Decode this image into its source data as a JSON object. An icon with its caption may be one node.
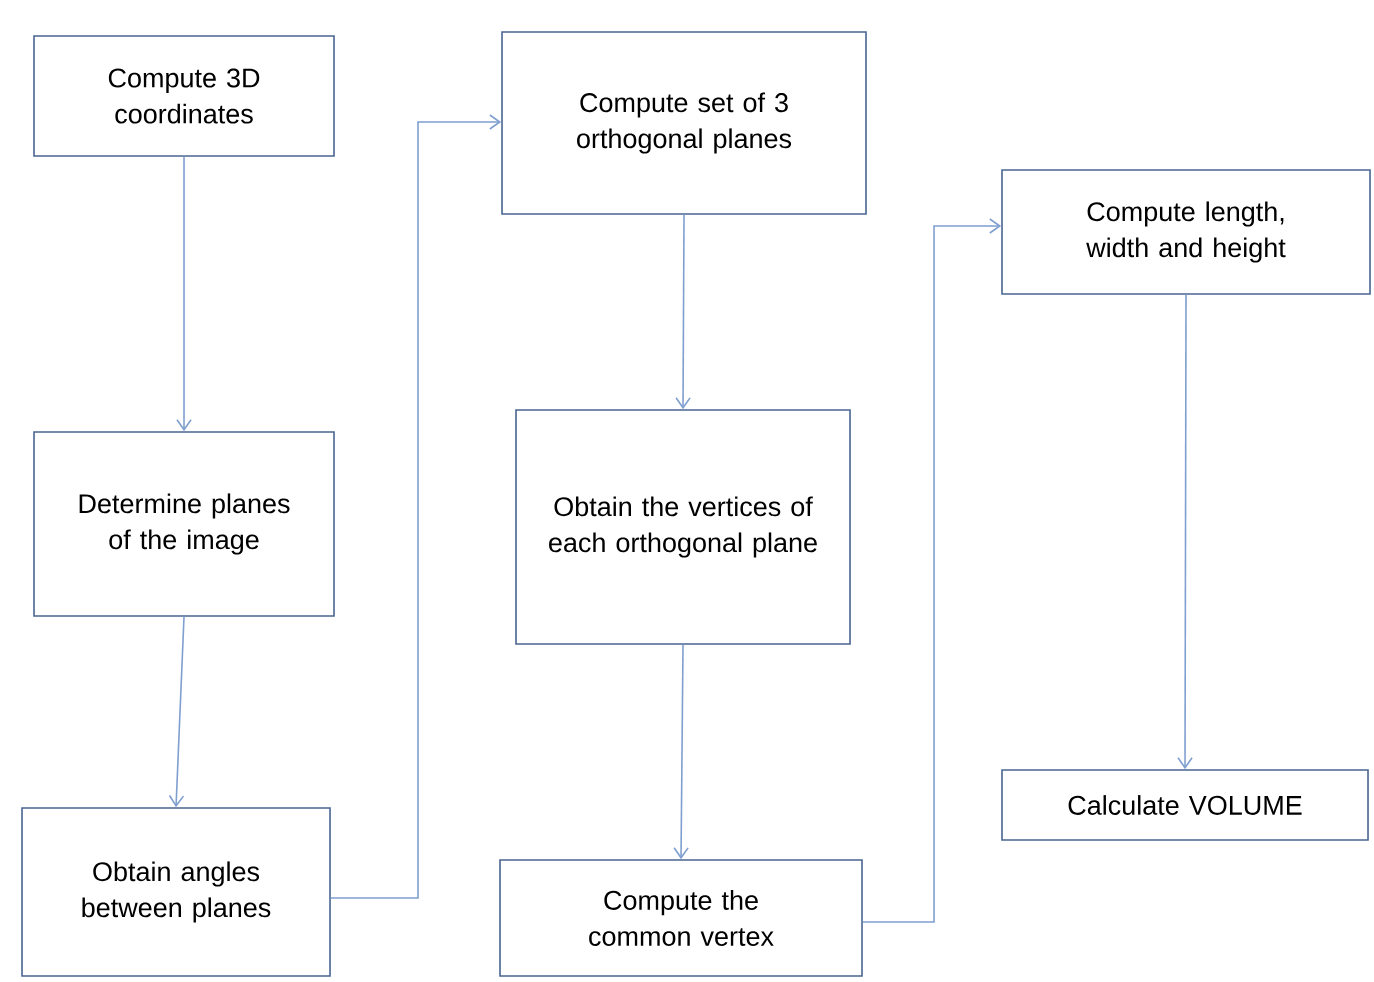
{
  "diagram": {
    "nodes": [
      {
        "text": [
          "Compute 3D coordinates"
        ]
      },
      {
        "text": [
          "Determine planes of the image"
        ]
      },
      {
        "text": [
          "Obtain angles between planes"
        ]
      },
      {
        "text": [
          "Compute set of 3 orthogonal planes"
        ]
      },
      {
        "text": [
          "Obtain the vertices of each orthogonal plane"
        ]
      },
      {
        "text": [
          "Compute the common vertex"
        ]
      },
      {
        "text": [
          "Compute length, width and height"
        ]
      },
      {
        "text": [
          "Calculate VOLUME"
        ]
      }
    ],
    "edges": [
      {
        "from": 0,
        "to": 1,
        "arrow": "to"
      },
      {
        "from": 1,
        "to": 2,
        "arrow": "to"
      },
      {
        "from": 2,
        "to": 3,
        "arrow": "to"
      },
      {
        "from": 3,
        "to": 4,
        "arrow": "to"
      },
      {
        "from": 4,
        "to": 5,
        "arrow": "to"
      },
      {
        "from": 5,
        "to": 6,
        "arrow": "to"
      },
      {
        "from": 6,
        "to": 7,
        "arrow": "to"
      }
    ]
  }
}
